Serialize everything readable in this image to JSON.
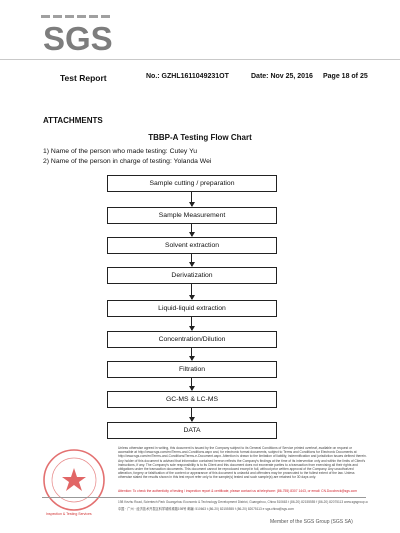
{
  "logo": {
    "text": "SGS"
  },
  "header": {
    "title": "Test Report",
    "report_no": "No.: GZHL1611049231OT",
    "date": "Date: Nov 25, 2016",
    "page": "Page 18 of  25"
  },
  "attachments_heading": "ATTACHMENTS",
  "chart_title": "TBBP-A Testing Flow Chart",
  "persons": [
    "1) Name of the person who made testing: Cutey Yu",
    "2) Name of the person in charge of testing: Yolanda Wei"
  ],
  "flow_steps": [
    "Sample cutting / preparation",
    "Sample Measurement",
    "Solvent extraction",
    "Derivatization",
    "Liquid-liquid extraction",
    "Concentration/Dilution",
    "Filtration",
    "GC-MS & LC-MS",
    "DATA"
  ],
  "footer": {
    "disclaimer": "Unless otherwise agreed in writing, this document is issued by the Company subject to its General Conditions of Service printed overleaf, available on request or accessible at http://www.sgs.com/en/Terms-and-Conditions.aspx and, for electronic format documents, subject to Terms and Conditions for Electronic Documents at http://www.sgs.com/en/Terms-and-Conditions/Terms-e-Document.aspx. Attention is drawn to the limitation of liability, indemnification and jurisdiction issues defined therein. Any holder of this document is advised that information contained hereon reflects the Company's findings at the time of its intervention only and within the limits of Client's instructions, if any. The Company's sole responsibility is to its Client and this document does not exonerate parties to a transaction from exercising all their rights and obligations under the transaction documents. This document cannot be reproduced except in full, without prior written approval of the Company. Any unauthorized alteration, forgery or falsification of the content or appearance of this document is unlawful and offenders may be prosecuted to the fullest extent of the law. Unless otherwise stated the results shown in this test report refer only to the sample(s) tested and such sample(s) are retained for 30 days only.",
    "attention": "Attention: To check the authenticity of testing / inspection report & certificate, please contact us at telephone: (86-755) 8307 1443, or email: CN.Doccheck@sgs.com",
    "address_en": "198 Kezhu Road, Scientech Park Guangzhou Economic & Technology Development District, Guangzhou, China 510663   t (86-20) 82155555   f (86-20) 82075113   www.sgsgroup.com.cn",
    "address_cn": "中国 · 广州 · 经济技术开发区科学城科珠路198号   邮编: 510663   t (86-20) 82155555   f (86-20) 82075113   e sgs.china@sgs.com",
    "member": "Member of the SGS Group (SGS SA)",
    "stamp_caption": "Inspection & Testing Services"
  }
}
